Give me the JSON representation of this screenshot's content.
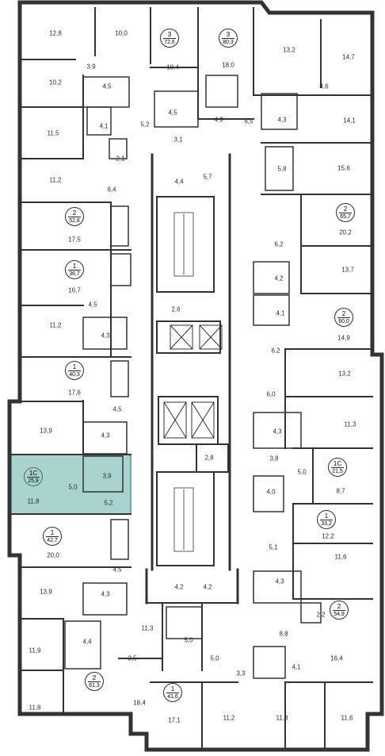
{
  "colors": {
    "wall": "#333333",
    "highlight": "#a9d3cf",
    "highlight_border": "#4d8f8a"
  },
  "apartments": [
    {
      "type": "3",
      "area": "72,6"
    },
    {
      "type": "3",
      "area": "80,3"
    },
    {
      "type": "2",
      "area": "52,8"
    },
    {
      "type": "1",
      "area": "36,7"
    },
    {
      "type": "1",
      "area": "40,3"
    },
    {
      "type": "1С",
      "area": "25,9",
      "highlighted": true
    },
    {
      "type": "1",
      "area": "42,7"
    },
    {
      "type": "2",
      "area": "61,3"
    },
    {
      "type": "1",
      "area": "41,6"
    },
    {
      "type": "2",
      "area": "65,7"
    },
    {
      "type": "2",
      "area": "60,0"
    },
    {
      "type": "1С",
      "area": "21,5"
    },
    {
      "type": "1",
      "area": "33,2"
    },
    {
      "type": "2",
      "area": "54,9"
    }
  ],
  "room_areas": [
    "12,8",
    "10,0",
    "18,4",
    "18,0",
    "13,2",
    "14,7",
    "3,9",
    "10,2",
    "4,5",
    "4,6",
    "5,2",
    "4,5",
    "4,9",
    "6,5",
    "4,3",
    "11,5",
    "4,1",
    "3,1",
    "14,1",
    "2,1",
    "5,8",
    "15,6",
    "11,2",
    "6,4",
    "4,4",
    "5,7",
    "17,5",
    "6,2",
    "20,2",
    "4,2",
    "13,7",
    "16,7",
    "4,5",
    "4,1",
    "2,6",
    "11,2",
    "4,3",
    "14,9",
    "6,2",
    "13,2",
    "17,6",
    "6,0",
    "4,5",
    "13,9",
    "4,3",
    "11,3",
    "4,3",
    "2,8",
    "3,8",
    "5,0",
    "8,7",
    "3,9",
    "5,0",
    "11,8",
    "5,2",
    "4,0",
    "12,2",
    "20,0",
    "5,1",
    "11,6",
    "4,5",
    "13,9",
    "4,3",
    "4,2",
    "4,2",
    "4,3",
    "2,2",
    "11,3",
    "8,8",
    "4,4",
    "5,0",
    "11,9",
    "3,5",
    "5,0",
    "3,3",
    "4,1",
    "16,4",
    "11,8",
    "18,4",
    "17,1",
    "11,2",
    "11,8",
    "11,6"
  ]
}
